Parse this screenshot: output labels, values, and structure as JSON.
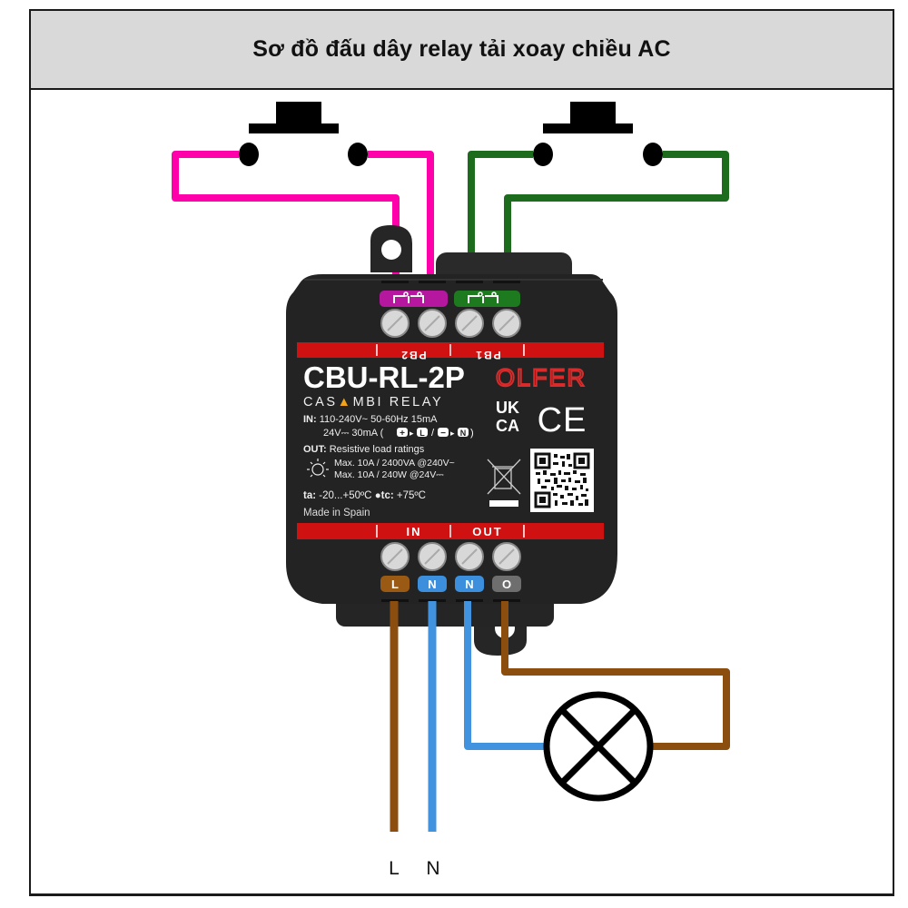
{
  "header": {
    "title": "Sơ đồ đấu dây relay tải xoay chiều AC"
  },
  "colors": {
    "pb2_wire": "#ff00aa",
    "pb1_wire": "#1d6b1d",
    "live_wire": "#8b4e0e",
    "neutral_wire": "#4193e0",
    "device_body": "#232323",
    "label_band": "#d01111",
    "brand_red": "#d92b2b",
    "output_badge": "#6e6e6e"
  },
  "switches": [
    {
      "id": "pb2",
      "label": "push-button-2"
    },
    {
      "id": "pb1",
      "label": "push-button-1"
    }
  ],
  "device": {
    "top_badges": [
      {
        "label": "PB2-contact-symbol"
      },
      {
        "label": "PB1-contact-symbol"
      }
    ],
    "top_band_labels": [
      "PB2",
      "PB1"
    ],
    "model": "CBU-RL-2P",
    "subtitle_pre": "CAS",
    "subtitle_post": "MBI  RELAY",
    "brand": "OLFER",
    "cert_ukca_top": "UK",
    "cert_ukca_bottom": "CA",
    "cert_ce": "CE",
    "in_label": "IN:",
    "in_line1": "110-240V~ 50-60Hz 15mA",
    "in_line2": "24V⎓ 30mA (",
    "in_line2_end": ")",
    "polarity_plus": "+",
    "polarity_L": "L",
    "polarity_minus": "−",
    "polarity_N": "N",
    "out_label": "OUT:",
    "out_desc": "Resistive load ratings",
    "out_line1": "Max. 10A / 2400VA  @240V~",
    "out_line2": "Max. 10A / 240W  @24V⎓",
    "ta_label": "ta:",
    "ta_value": "-20...+50ºC",
    "tc_label": "tc:",
    "tc_value": "+75ºC",
    "made_in": "Made in Spain",
    "bottom_band_labels": [
      "IN",
      "OUT"
    ],
    "terminals_bottom": [
      {
        "label": "L",
        "color": "#8b4e0e"
      },
      {
        "label": "N",
        "color": "#4193e0"
      },
      {
        "label": "N",
        "color": "#4193e0"
      },
      {
        "label": "O",
        "color": "#6e6e6e"
      }
    ]
  },
  "supply_labels": {
    "live": "L",
    "neutral": "N"
  }
}
